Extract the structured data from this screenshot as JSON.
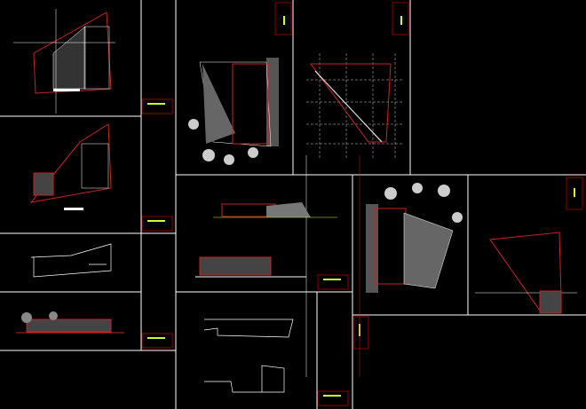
{
  "canvas": {
    "background": "#000000",
    "frame_color": "#ffffff",
    "wall_color": "#cc2222",
    "titleblock_color": "#8b0000",
    "accent_color": "#ccff33",
    "fill_color": "#555555",
    "tree_color": "#bbbbbb"
  },
  "sheets": [
    {
      "id": "plan-1",
      "kind": "floor-plan"
    },
    {
      "id": "site-1",
      "kind": "site-plan"
    },
    {
      "id": "section-1",
      "kind": "section"
    },
    {
      "id": "elevation-1",
      "kind": "elevation"
    },
    {
      "id": "plan-2",
      "kind": "floor-plan"
    },
    {
      "id": "plan-3",
      "kind": "floor-plan-grid"
    },
    {
      "id": "elevations-2",
      "kind": "elevation"
    },
    {
      "id": "sections-2",
      "kind": "section"
    },
    {
      "id": "plan-4",
      "kind": "floor-plan"
    },
    {
      "id": "site-2",
      "kind": "site-plan"
    }
  ]
}
